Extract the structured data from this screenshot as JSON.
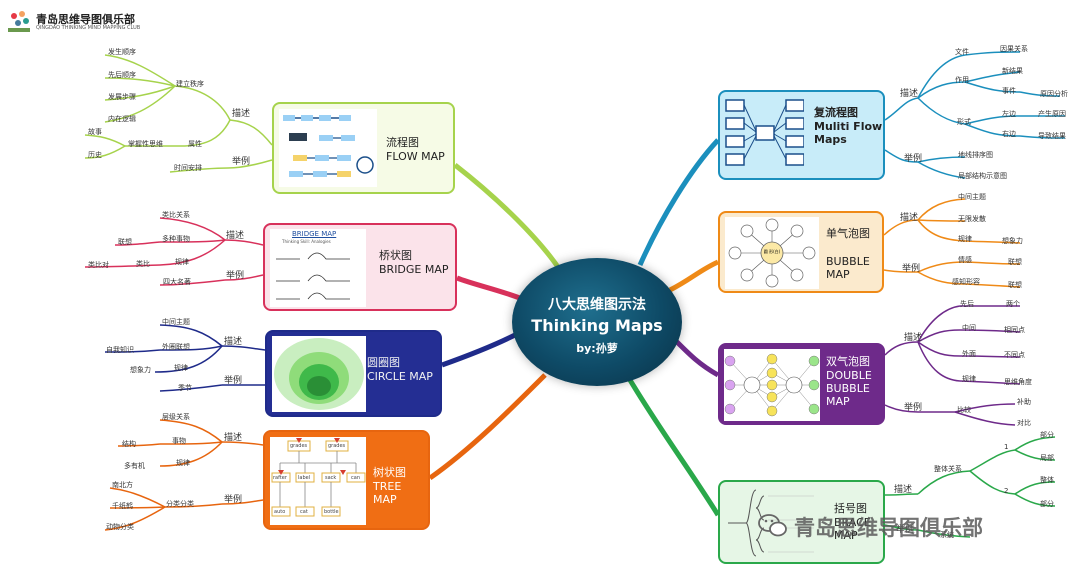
{
  "logo": {
    "cn": "青岛思维导图俱乐部",
    "en": "QINGDAO THINKING MIND MAPPING CLUB"
  },
  "center": {
    "cn": "八大思维图示法",
    "en": "Thinking Maps",
    "by": "by:孙萝"
  },
  "watermark": {
    "text": "青岛思维导图俱乐部",
    "icon": "wechat-icon"
  },
  "colors": {
    "flow": "#a6d34c",
    "bridge": "#d8315b",
    "circle": "#1f2b8a",
    "tree": "#e7650f",
    "multiflow": "#1b8fbd",
    "bubble": "#ef8a17",
    "double": "#6e2a8a",
    "brace": "#2aa84a"
  },
  "nodes": {
    "flow": {
      "cn": "流程图",
      "en": "FLOW MAP"
    },
    "bridge": {
      "cn": "桥状图",
      "en": "BRIDGE MAP"
    },
    "circle": {
      "cn": "圆圈图",
      "en": "CIRCLE MAP"
    },
    "tree": {
      "cn": "树状图",
      "en": "TREE MAP"
    },
    "multiflow": {
      "cn": "复流程图",
      "en": "Muliti Flow Maps"
    },
    "bubble": {
      "cn": "单气泡图",
      "en": "BUBBLE MAP"
    },
    "double": {
      "cn": "双气泡图",
      "en": "DOUBLE BUBBLE MAP"
    },
    "brace": {
      "cn": "括号图",
      "en": "BRACE MAP"
    }
  },
  "thumbs": {
    "bridge_title": "BRIDGE MAP",
    "bridge_sub": "Thinking Skill: Analogies",
    "tree_top_left": "grades",
    "tree_top_right": "grades",
    "tree_words": [
      "rafter",
      "label",
      "sack",
      "can",
      "auto",
      "cat",
      "bottle"
    ],
    "bubble_center": "圆 形(白)"
  },
  "labels": {
    "flow_miaoshu": "描述",
    "flow_jiliguanxi": "建立秩序",
    "flow_fashengshunxu": "发生顺序",
    "flow_xiandian": "先后顺序",
    "flow_fazhanbuzhou": "发展步骤",
    "flow_neizailuoji": "内在逻辑",
    "flow_shuxing": "属性",
    "flow_zhangwo": "掌握性思维",
    "flow_ganshi": "故事",
    "flow_lizheng": "历史",
    "flow_juli": "举例",
    "flow_shijiananpai": "时间安排",
    "bridge_miaoshu": "描述",
    "bridge_leibi": "类比关系",
    "bridge_duozhong": "多种事物",
    "bridge_yinian": "联想",
    "bridge_guilv": "规律",
    "bridge_xianxing": "类比",
    "bridge_fushi": "类比对",
    "bridge_juli": "举例",
    "bridge_sida": "四大名著",
    "circle_miaoshu": "描述",
    "circle_zhongxin": "中间主题",
    "circle_waiquan": "外圈联想",
    "circle_zishen": "自我知识",
    "circle_xiangxiangli": "想象力",
    "circle_guilv": "规律",
    "circle_juli": "举例",
    "circle_siji": "季节",
    "tree_miaoshu": "描述",
    "tree_fenlei": "层级关系",
    "tree_shiwu": "事物",
    "tree_jiegou": "结构",
    "tree_youji": "多有机",
    "tree_guilv": "规律",
    "tree_juli": "举例",
    "tree_nanbei": "南北方",
    "tree_qianjin": "千纸鹤",
    "tree_duiju": "动物分类",
    "tree_fenleisuo": "分类分类",
    "mf_miaoshu": "描述",
    "mf_wenzi": "文件",
    "mf_yinguo": "因果关系",
    "mf_zuoyong": "作用",
    "mf_xinhou": "新结果",
    "mf_yuanyin": "事件",
    "mf_yanshen": "原因分析",
    "mf_xingshi": "形式",
    "mf_zuoce": "左边",
    "mf_chansheng": "产生原因",
    "mf_youce": "右边",
    "mf_jieguo": "导致结果",
    "mf_juli": "举例",
    "mf_lishi": "地线排序图",
    "mf_jieshu": "局部结构示意图",
    "bb_miaoshu": "描述",
    "bb_zhongjian": "中间主题",
    "bb_xingrong": "无限发散",
    "bb_guilv": "规律",
    "bb_xiangxiang": "想象力",
    "bb_juli": "举例",
    "bb_qinggan": "情感",
    "bb_lianxiang": "联想",
    "bb_xingrongci": "感知形容",
    "bb_fushi": "联想",
    "db_miaoshu": "描述",
    "db_xianhou": "先后",
    "db_liangge": "两个",
    "db_zhongjian": "中间",
    "db_xiangtong": "相同点",
    "db_waimian": "外面",
    "db_butong": "不同点",
    "db_guilv": "规律",
    "db_sikao": "思维角度",
    "db_juli": "举例",
    "db_bijiao": "比较",
    "db_bushu": "补助",
    "db_duibi": "对比",
    "br_miaoshu": "描述",
    "br_zhengti": "整体关系",
    "br_1": "1",
    "br_2": "2",
    "br_bufen1": "部分",
    "br_bufen2": "局部",
    "br_bufen3": "整体",
    "br_bufen4": "部分",
    "br_juli": "举例",
    "br_xitong": "系统"
  }
}
